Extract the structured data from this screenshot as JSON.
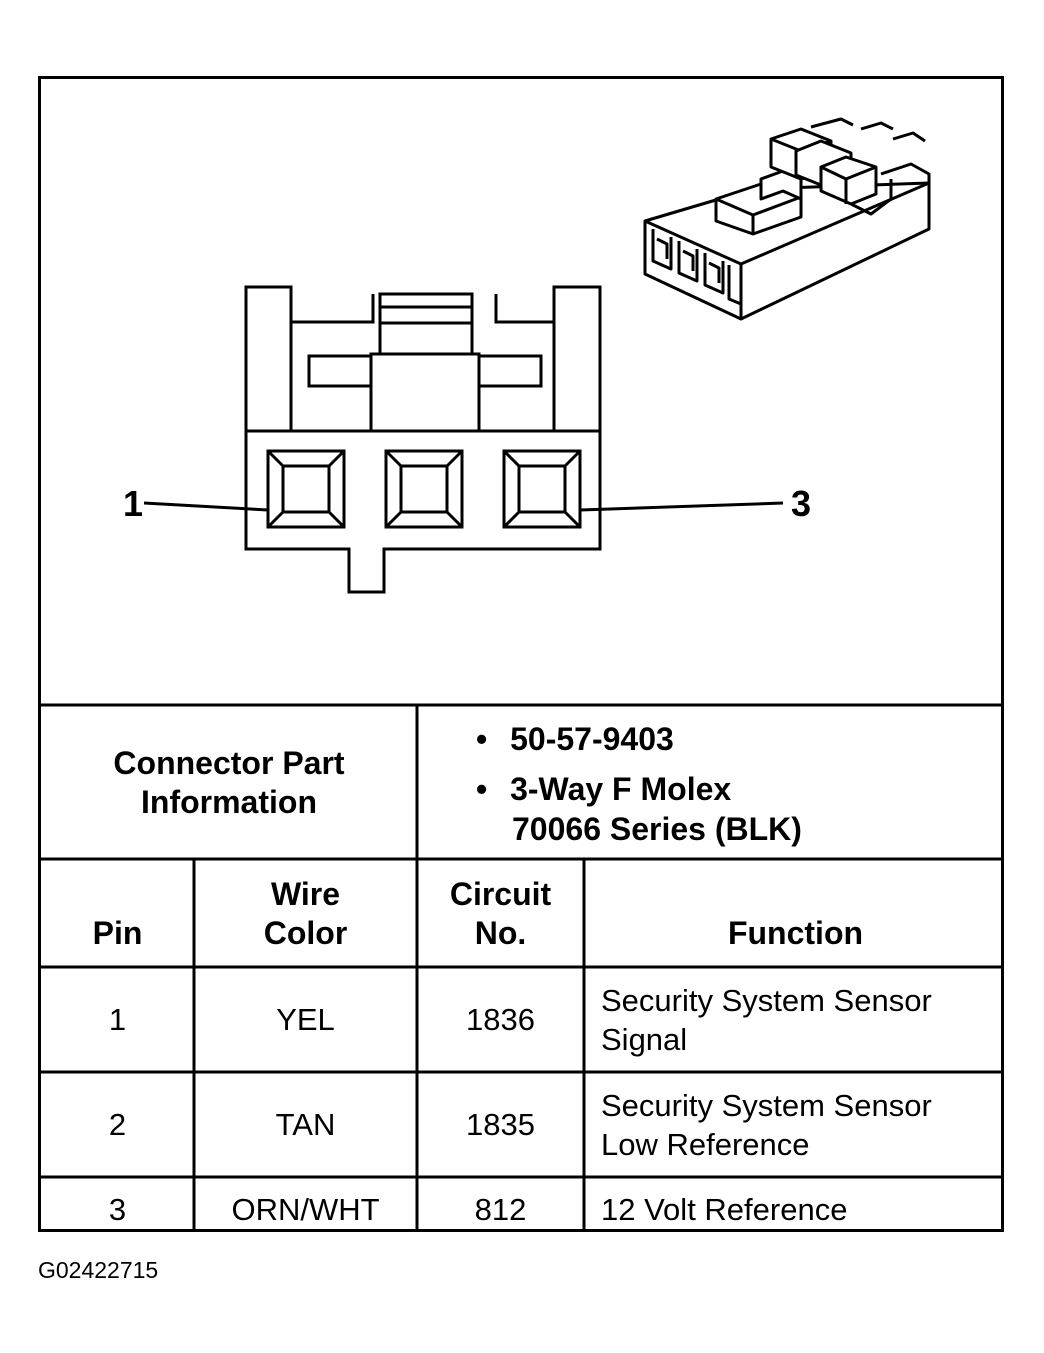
{
  "diagram": {
    "pin_left_label": "1",
    "pin_right_label": "3"
  },
  "part_info": {
    "label_line1": "Connector Part",
    "label_line2": "Information",
    "bullet_symbol": "•",
    "part_number": "50-57-9403",
    "description_line1": "3-Way F Molex",
    "description_line2": "70066 Series (BLK)"
  },
  "table": {
    "headers": {
      "pin": "Pin",
      "wire_color_line1": "Wire",
      "wire_color_line2": "Color",
      "circuit_line1": "Circuit",
      "circuit_line2": "No.",
      "function": "Function"
    },
    "rows": [
      {
        "pin": "1",
        "wire_color": "YEL",
        "circuit": "1836",
        "function_line1": "Security System Sensor",
        "function_line2": "Signal"
      },
      {
        "pin": "2",
        "wire_color": "TAN",
        "circuit": "1835",
        "function_line1": "Security System Sensor",
        "function_line2": "Low Reference"
      },
      {
        "pin": "3",
        "wire_color": "ORN/WHT",
        "circuit": "812",
        "function_line1": "12 Volt Reference",
        "function_line2": ""
      }
    ]
  },
  "figure_id": "G02422715"
}
